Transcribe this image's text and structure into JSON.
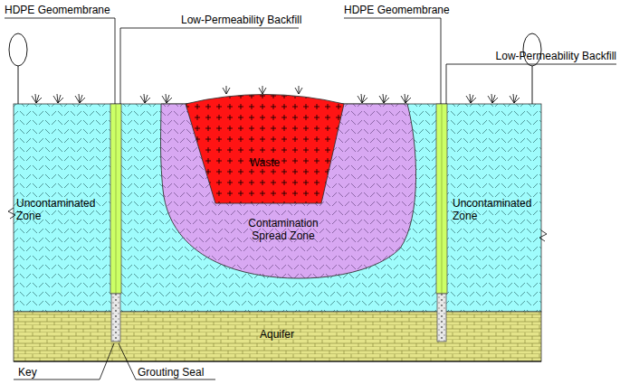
{
  "diagram": {
    "nodes": [
      {
        "text": [
          "Contamination Spread Zone"
        ]
      },
      {
        "text": [
          "Waste"
        ],
        "in": 0
      },
      {
        "text": [
          "Uncontaminated Zone"
        ]
      },
      {
        "text": [
          "Uncontaminated Zone"
        ]
      },
      {
        "text": [
          "Aquifer"
        ]
      }
    ],
    "labels": [
      "HDPE Geomembrane",
      "Low-Permeability Backfill",
      "HDPE Geomembrane",
      "Low-Permeability Backfill",
      "Key",
      "Grouting Seal"
    ]
  }
}
